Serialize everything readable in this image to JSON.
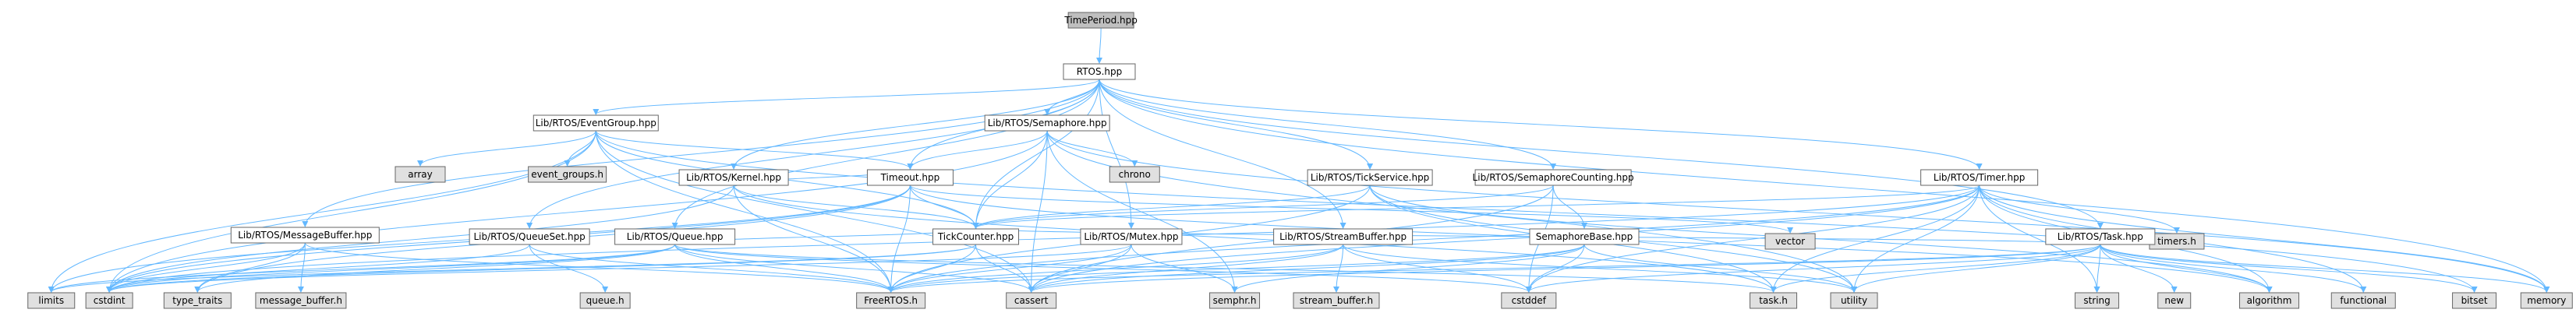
{
  "colors": {
    "root_fill": "#bfbfbf",
    "node_fill": "#ffffff",
    "external_fill": "#e0e0e0",
    "border": "#666666",
    "edge": "#63b8ff"
  },
  "nodes": [
    {
      "id": "timeperiod",
      "label": "TimePeriod.hpp",
      "kind": "root"
    },
    {
      "id": "rtos",
      "label": "RTOS.hpp",
      "kind": "local"
    },
    {
      "id": "eventgroup",
      "label": "Lib/RTOS/EventGroup.hpp",
      "kind": "local"
    },
    {
      "id": "semaphore",
      "label": "Lib/RTOS/Semaphore.hpp",
      "kind": "local"
    },
    {
      "id": "array",
      "label": "array",
      "kind": "external"
    },
    {
      "id": "event_groups",
      "label": "event_groups.h",
      "kind": "external"
    },
    {
      "id": "chrono",
      "label": "chrono",
      "kind": "external"
    },
    {
      "id": "kernel",
      "label": "Lib/RTOS/Kernel.hpp",
      "kind": "local"
    },
    {
      "id": "timeout",
      "label": "Timeout.hpp",
      "kind": "local"
    },
    {
      "id": "tickservice",
      "label": "Lib/RTOS/TickService.hpp",
      "kind": "local"
    },
    {
      "id": "semcounting",
      "label": "Lib/RTOS/SemaphoreCounting.hpp",
      "kind": "local"
    },
    {
      "id": "timer",
      "label": "Lib/RTOS/Timer.hpp",
      "kind": "local"
    },
    {
      "id": "vector",
      "label": "vector",
      "kind": "external"
    },
    {
      "id": "timers",
      "label": "timers.h",
      "kind": "external"
    },
    {
      "id": "msgbuffer",
      "label": "Lib/RTOS/MessageBuffer.hpp",
      "kind": "local"
    },
    {
      "id": "queueset",
      "label": "Lib/RTOS/QueueSet.hpp",
      "kind": "local"
    },
    {
      "id": "queue",
      "label": "Lib/RTOS/Queue.hpp",
      "kind": "local"
    },
    {
      "id": "tickcounter",
      "label": "TickCounter.hpp",
      "kind": "local"
    },
    {
      "id": "mutex",
      "label": "Lib/RTOS/Mutex.hpp",
      "kind": "local"
    },
    {
      "id": "streambuffer",
      "label": "Lib/RTOS/StreamBuffer.hpp",
      "kind": "local"
    },
    {
      "id": "sembase",
      "label": "SemaphoreBase.hpp",
      "kind": "local"
    },
    {
      "id": "task",
      "label": "Lib/RTOS/Task.hpp",
      "kind": "local"
    },
    {
      "id": "limits",
      "label": "limits",
      "kind": "external"
    },
    {
      "id": "cstdint",
      "label": "cstdint",
      "kind": "external"
    },
    {
      "id": "type_traits",
      "label": "type_traits",
      "kind": "external"
    },
    {
      "id": "message_buffer",
      "label": "message_buffer.h",
      "kind": "external"
    },
    {
      "id": "queue_h",
      "label": "queue.h",
      "kind": "external"
    },
    {
      "id": "freertos",
      "label": "FreeRTOS.h",
      "kind": "external"
    },
    {
      "id": "cassert",
      "label": "cassert",
      "kind": "external"
    },
    {
      "id": "semphr",
      "label": "semphr.h",
      "kind": "external"
    },
    {
      "id": "stream_buffer",
      "label": "stream_buffer.h",
      "kind": "external"
    },
    {
      "id": "cstddef",
      "label": "cstddef",
      "kind": "external"
    },
    {
      "id": "task_h",
      "label": "task.h",
      "kind": "external"
    },
    {
      "id": "utility",
      "label": "utility",
      "kind": "external"
    },
    {
      "id": "string",
      "label": "string",
      "kind": "external"
    },
    {
      "id": "new",
      "label": "new",
      "kind": "external"
    },
    {
      "id": "algorithm",
      "label": "algorithm",
      "kind": "external"
    },
    {
      "id": "functional",
      "label": "functional",
      "kind": "external"
    },
    {
      "id": "bitset",
      "label": "bitset",
      "kind": "external"
    },
    {
      "id": "memory",
      "label": "memory",
      "kind": "external"
    }
  ],
  "edges": [
    [
      "timeperiod",
      "rtos"
    ],
    [
      "rtos",
      "eventgroup"
    ],
    [
      "rtos",
      "semaphore"
    ],
    [
      "rtos",
      "kernel"
    ],
    [
      "rtos",
      "timeout"
    ],
    [
      "rtos",
      "tickservice"
    ],
    [
      "rtos",
      "semcounting"
    ],
    [
      "rtos",
      "timer"
    ],
    [
      "rtos",
      "msgbuffer"
    ],
    [
      "rtos",
      "queueset"
    ],
    [
      "rtos",
      "queue"
    ],
    [
      "rtos",
      "tickcounter"
    ],
    [
      "rtos",
      "mutex"
    ],
    [
      "rtos",
      "streambuffer"
    ],
    [
      "rtos",
      "task"
    ],
    [
      "rtos",
      "memory"
    ],
    [
      "eventgroup",
      "array"
    ],
    [
      "eventgroup",
      "event_groups"
    ],
    [
      "eventgroup",
      "timeout"
    ],
    [
      "eventgroup",
      "tickcounter"
    ],
    [
      "eventgroup",
      "limits"
    ],
    [
      "eventgroup",
      "cstdint"
    ],
    [
      "eventgroup",
      "freertos"
    ],
    [
      "eventgroup",
      "cassert"
    ],
    [
      "eventgroup",
      "bitset"
    ],
    [
      "semaphore",
      "chrono"
    ],
    [
      "semaphore",
      "timeout"
    ],
    [
      "semaphore",
      "tickcounter"
    ],
    [
      "semaphore",
      "cassert"
    ],
    [
      "semaphore",
      "semphr"
    ],
    [
      "semaphore",
      "utility"
    ],
    [
      "semaphore",
      "memory"
    ],
    [
      "semaphore",
      "cstdint"
    ],
    [
      "kernel",
      "tickcounter"
    ],
    [
      "kernel",
      "timeout"
    ],
    [
      "kernel",
      "freertos"
    ],
    [
      "kernel",
      "task_h"
    ],
    [
      "kernel",
      "cstdint"
    ],
    [
      "timeout",
      "tickcounter"
    ],
    [
      "timeout",
      "limits"
    ],
    [
      "timeout",
      "cstdint"
    ],
    [
      "timeout",
      "type_traits"
    ],
    [
      "timeout",
      "freertos"
    ],
    [
      "timeout",
      "vector"
    ],
    [
      "timeout",
      "algorithm"
    ],
    [
      "tickservice",
      "tickcounter"
    ],
    [
      "tickservice",
      "freertos"
    ],
    [
      "tickservice",
      "task_h"
    ],
    [
      "tickservice",
      "algorithm"
    ],
    [
      "tickservice",
      "utility"
    ],
    [
      "semcounting",
      "sembase"
    ],
    [
      "semcounting",
      "tickcounter"
    ],
    [
      "semcounting",
      "cassert"
    ],
    [
      "semcounting",
      "cstddef"
    ],
    [
      "timer",
      "tickcounter"
    ],
    [
      "timer",
      "timers"
    ],
    [
      "timer",
      "functional"
    ],
    [
      "timer",
      "memory"
    ],
    [
      "timer",
      "freertos"
    ],
    [
      "timer",
      "cassert"
    ],
    [
      "timer",
      "utility"
    ],
    [
      "timer",
      "string"
    ],
    [
      "timer",
      "task_h"
    ],
    [
      "timer",
      "cstdint"
    ],
    [
      "timer",
      "algorithm"
    ],
    [
      "timer",
      "cstddef"
    ],
    [
      "msgbuffer",
      "message_buffer"
    ],
    [
      "msgbuffer",
      "type_traits"
    ],
    [
      "msgbuffer",
      "freertos"
    ],
    [
      "msgbuffer",
      "cstdint"
    ],
    [
      "queueset",
      "queue_h"
    ],
    [
      "queueset",
      "freertos"
    ],
    [
      "queueset",
      "cstdint"
    ],
    [
      "queue",
      "tickcounter"
    ],
    [
      "queue",
      "freertos"
    ],
    [
      "queue",
      "cassert"
    ],
    [
      "queue",
      "type_traits"
    ],
    [
      "queue",
      "limits"
    ],
    [
      "queue",
      "cstdint"
    ],
    [
      "queue",
      "cstddef"
    ],
    [
      "queue",
      "task_h"
    ],
    [
      "tickcounter",
      "freertos"
    ],
    [
      "tickcounter",
      "cassert"
    ],
    [
      "tickcounter",
      "limits"
    ],
    [
      "tickcounter",
      "cstdint"
    ],
    [
      "mutex",
      "freertos"
    ],
    [
      "mutex",
      "semphr"
    ],
    [
      "mutex",
      "cassert"
    ],
    [
      "mutex",
      "cstdint"
    ],
    [
      "streambuffer",
      "stream_buffer"
    ],
    [
      "streambuffer",
      "freertos"
    ],
    [
      "streambuffer",
      "cassert"
    ],
    [
      "streambuffer",
      "cstddef"
    ],
    [
      "streambuffer",
      "utility"
    ],
    [
      "sembase",
      "freertos"
    ],
    [
      "sembase",
      "semphr"
    ],
    [
      "sembase",
      "cassert"
    ],
    [
      "sembase",
      "utility"
    ],
    [
      "sembase",
      "cstddef"
    ],
    [
      "task",
      "freertos"
    ],
    [
      "task",
      "task_h"
    ],
    [
      "task",
      "cassert"
    ],
    [
      "task",
      "cstddef"
    ],
    [
      "task",
      "utility"
    ],
    [
      "task",
      "string"
    ],
    [
      "task",
      "new"
    ],
    [
      "task",
      "algorithm"
    ],
    [
      "task",
      "functional"
    ],
    [
      "task",
      "bitset"
    ],
    [
      "task",
      "memory"
    ],
    [
      "task",
      "tickcounter"
    ]
  ]
}
